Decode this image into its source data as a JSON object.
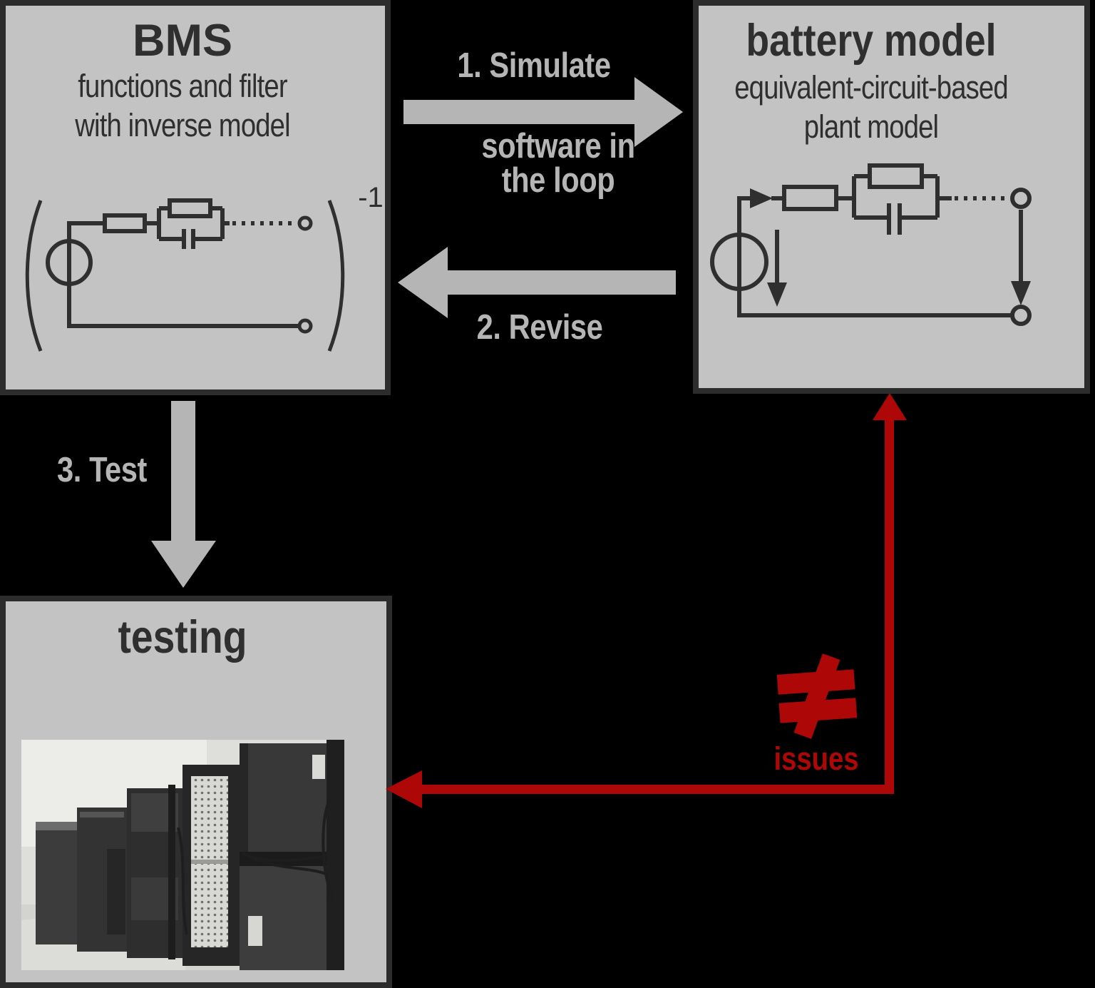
{
  "colors": {
    "background": "#000000",
    "panel_fill": "#c3c3c3",
    "panel_border": "#2c2c2c",
    "ink": "#2f2f2f",
    "arrow_gray": "#b5b5b5",
    "alert_red": "#ad0707"
  },
  "bms": {
    "title": "BMS",
    "subtitle_line1": "functions and filter",
    "subtitle_line2": "with inverse model",
    "inverse_exponent": "-1"
  },
  "battery_model": {
    "title": "battery model",
    "subtitle_line1": "equivalent-circuit-based",
    "subtitle_line2": "plant model"
  },
  "testing": {
    "title": "testing"
  },
  "flow": {
    "step1_label": "1. Simulate",
    "step1_note_line1": "software in",
    "step1_note_line2": "the loop",
    "step2_label": "2. Revise",
    "step3_label": "3. Test",
    "not_equal_symbol": "≠",
    "issues_label": "issues"
  }
}
